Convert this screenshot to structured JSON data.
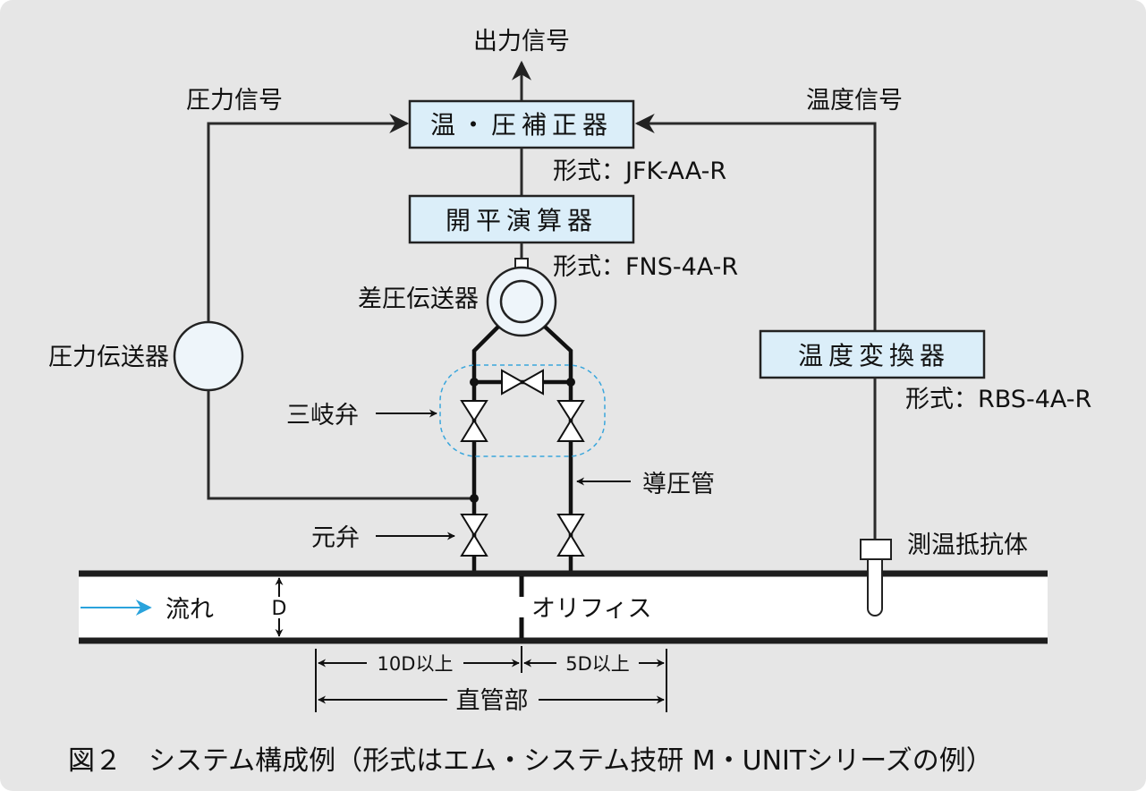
{
  "signals": {
    "output": "出力信号",
    "pressure": "圧力信号",
    "temperature": "温度信号"
  },
  "boxes": {
    "compensator": {
      "label": "温・圧補正器",
      "model": "形式：JFK-AA-R"
    },
    "sqrt_extractor": {
      "label": "開平演算器",
      "model": "形式：FNS-4A-R"
    },
    "temp_converter": {
      "label": "温度変換器",
      "model": "形式：RBS-4A-R"
    }
  },
  "components": {
    "dp_transmitter": "差圧伝送器",
    "pressure_transmitter": "圧力伝送器",
    "three_valve_manifold": "三岐弁",
    "impulse_line": "導圧管",
    "root_valve": "元弁",
    "rtd": "測温抵抗体",
    "orifice": "オリフィス",
    "flow": "流れ",
    "diameter": "D"
  },
  "dimensions": {
    "upstream": "10D以上",
    "downstream": "5D以上",
    "straight_run": "直管部"
  },
  "colors": {
    "background": "#e6e6e6",
    "box_fill": "#dbeef9",
    "flow_arrow": "#2aa3dc",
    "manifold_outline": "#3aa6dc"
  },
  "caption": "図２　システム構成例（形式はエム・システム技研 M・UNITシリーズの例）"
}
